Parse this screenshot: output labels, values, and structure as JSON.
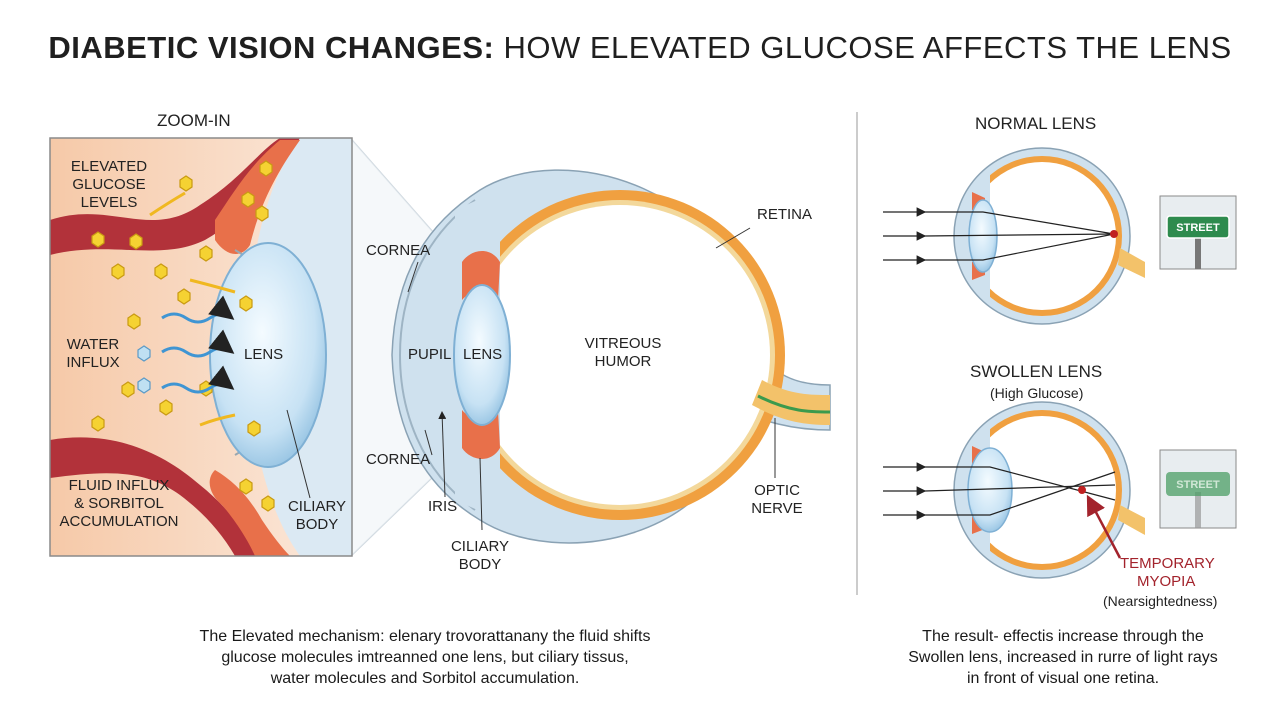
{
  "title": {
    "bold": "DIABETIC VISION CHANGES:",
    "regular": "HOW ELEVATED GLUCOSE AFFECTS THE LENS"
  },
  "zoom": {
    "heading": "ZOOM-IN",
    "glucose_l1": "ELEVATED",
    "glucose_l2": "GLUCOSE",
    "glucose_l3": "LEVELS",
    "water_l1": "WATER",
    "water_l2": "INFLUX",
    "lens": "LENS",
    "fluid_l1": "FLUID INFLUX",
    "fluid_l2": "& SORBITOL",
    "fluid_l3": "ACCUMULATION",
    "ciliary_l1": "CILIARY",
    "ciliary_l2": "BODY"
  },
  "eye": {
    "cornea_top": "CORNEA",
    "cornea_bottom": "CORNEA",
    "pupil": "PUPIL",
    "lens": "LENS",
    "vitreous_l1": "VITREOUS",
    "vitreous_l2": "HUMOR",
    "retina": "RETINA",
    "iris": "IRIS",
    "ciliary_l1": "CILIARY",
    "ciliary_l2": "BODY",
    "optic_l1": "OPTIC",
    "optic_l2": "NERVE"
  },
  "normal": {
    "heading": "NORMAL LENS",
    "sign": "STREET"
  },
  "swollen": {
    "heading": "SWOLLEN LENS",
    "sub": "(High Glucose)",
    "sign": "STREET",
    "myopia_l1": "TEMPORARY",
    "myopia_l2": "MYOPIA",
    "myopia_l3": "(Nearsightedness)"
  },
  "captions": {
    "left_l1": "The Elevated mechanism: elenary trovorattanany the fluid shifts",
    "left_l2": "glucose molecules imtreanned one lens, but ciliary tissus,",
    "left_l3": "water molecules and Sorbitol accumulation.",
    "right_l1": "The result- effectis increase through the",
    "right_l2": "Swollen lens, increased in rurre of light rays",
    "right_l3": "in front of visual one retina."
  },
  "colors": {
    "tissue": "#f8dcc8",
    "blood_vessel": "#b2323a",
    "iris_orange": "#e8704a",
    "glucose_yellow": "#f5d232",
    "water_blue": "#3f95d3",
    "lens_blue": "#c7e2f4",
    "sclera_blue": "#cfe1ee",
    "choroid_orange": "#f0a040",
    "myopia_red": "#a3232c",
    "sign_green": "#2e8b4e"
  }
}
